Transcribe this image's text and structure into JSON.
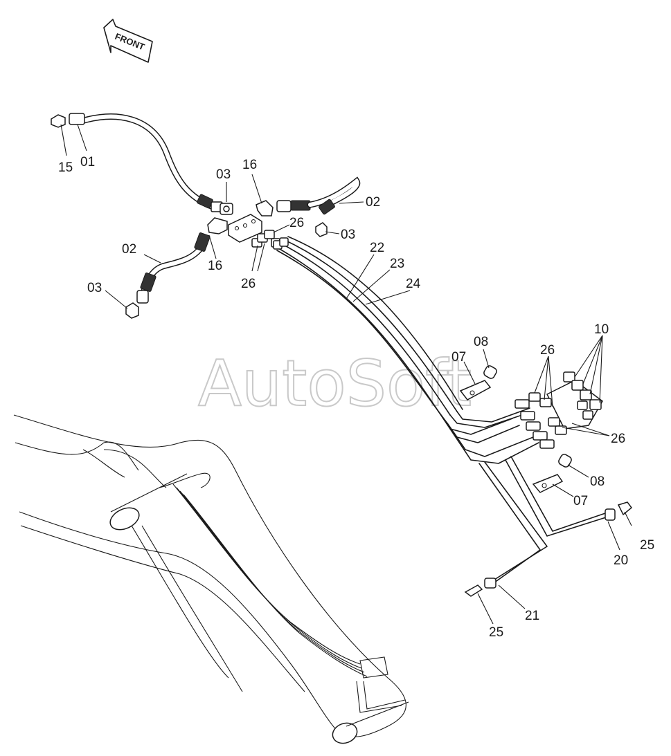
{
  "direction_label": "FRONT",
  "watermark": "AutoSoft",
  "part_labels": [
    {
      "id": "lbl-15",
      "text": "15"
    },
    {
      "id": "lbl-01",
      "text": "01"
    },
    {
      "id": "lbl-03-top",
      "text": "03"
    },
    {
      "id": "lbl-16-top",
      "text": "16"
    },
    {
      "id": "lbl-02-right",
      "text": "02"
    },
    {
      "id": "lbl-26-top",
      "text": "26"
    },
    {
      "id": "lbl-03-right",
      "text": "03"
    },
    {
      "id": "lbl-02-left",
      "text": "02"
    },
    {
      "id": "lbl-16-left",
      "text": "16"
    },
    {
      "id": "lbl-03-left",
      "text": "03"
    },
    {
      "id": "lbl-26-mid",
      "text": "26"
    },
    {
      "id": "lbl-22",
      "text": "22"
    },
    {
      "id": "lbl-23",
      "text": "23"
    },
    {
      "id": "lbl-24",
      "text": "24"
    },
    {
      "id": "lbl-08-top",
      "text": "08"
    },
    {
      "id": "lbl-07-top",
      "text": "07"
    },
    {
      "id": "lbl-10",
      "text": "10"
    },
    {
      "id": "lbl-26-block-top",
      "text": "26"
    },
    {
      "id": "lbl-26-block-right",
      "text": "26"
    },
    {
      "id": "lbl-08-bottom",
      "text": "08"
    },
    {
      "id": "lbl-07-bottom",
      "text": "07"
    },
    {
      "id": "lbl-25-right",
      "text": "25"
    },
    {
      "id": "lbl-20",
      "text": "20"
    },
    {
      "id": "lbl-21",
      "text": "21"
    },
    {
      "id": "lbl-25-bottom",
      "text": "25"
    }
  ]
}
